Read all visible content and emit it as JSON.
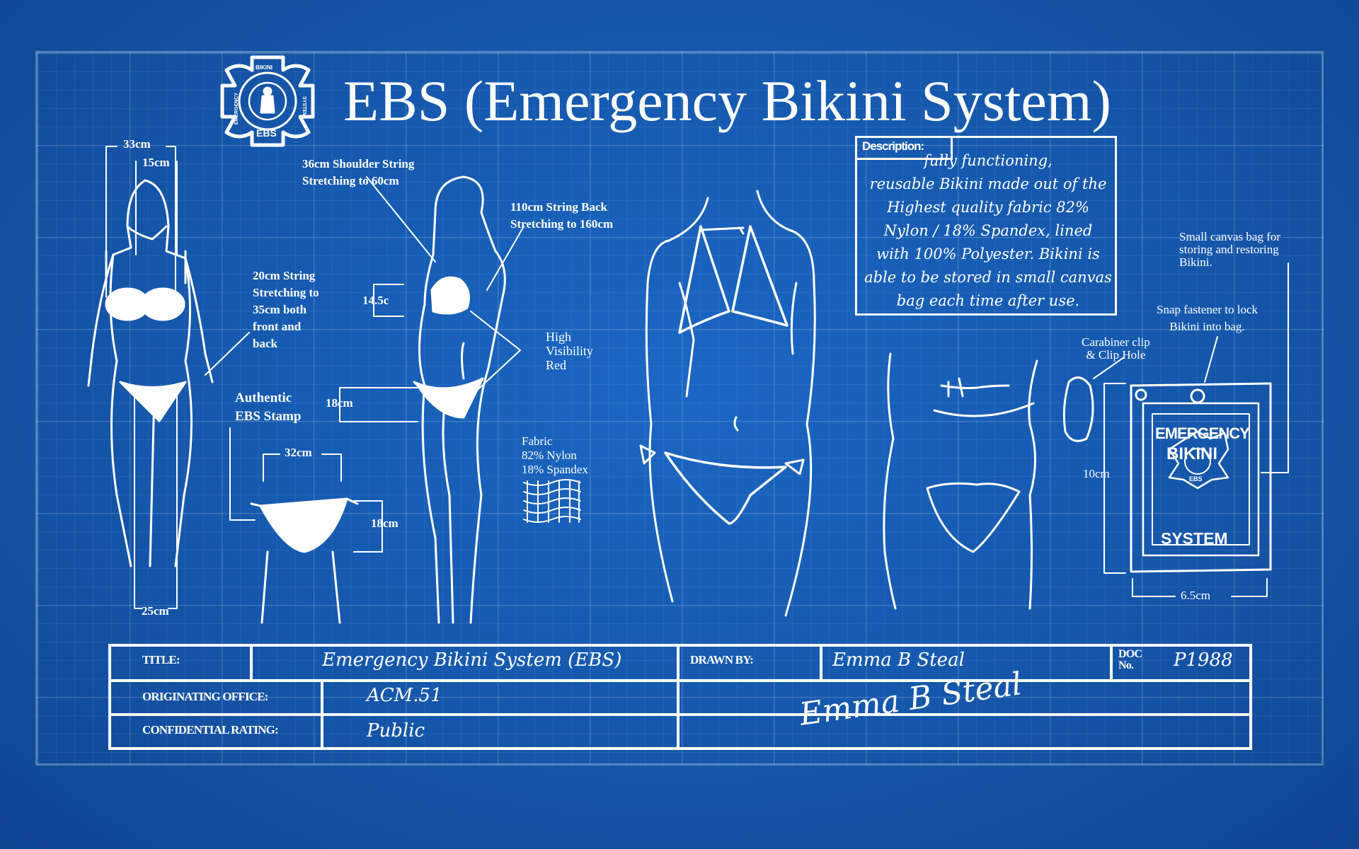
{
  "title": "EBS (Emergency Bikini System)",
  "logo": {
    "text_top": "BIKINI",
    "text_left": "EMERGENCY",
    "text_right": "SYSTEM",
    "text_bottom": "EBS"
  },
  "measurements": {
    "width_33": "33cm",
    "width_15": "15cm",
    "height_25": "25cm",
    "shoulder_string": [
      "36cm Shoulder String",
      "Stretching to 60cm"
    ],
    "string_back": [
      "110cm String Back",
      "Stretching to 160cm"
    ],
    "side_string": [
      "20cm String",
      "Stretching to",
      "35cm both",
      "front and",
      "back"
    ],
    "cup_height": "14.5c",
    "high_visibility": [
      "High",
      "Visibility",
      "Red"
    ],
    "bottom_18": "18cm",
    "stamp": [
      "Authentic",
      "EBS Stamp"
    ],
    "bottom_width": "32cm",
    "bottom_height": "18cm",
    "fabric": [
      "Fabric",
      "82% Nylon",
      "18% Spandex"
    ]
  },
  "description": {
    "tag": "Description:",
    "text": "fully functioning,\nreusable Bikini made out of the\nHighest quality fabric 82%\nNylon / 18% Spandex, lined\nwith 100% Polyester. Bikini is\nable to be stored in small canvas\nbag each time after use."
  },
  "bag": {
    "canvas_note": [
      "Small canvas bag for",
      "storing and restoring",
      "Bikini."
    ],
    "snap_note": [
      "Snap fastener to lock",
      "Bikini into bag."
    ],
    "carabiner_note": [
      "Carabiner clip",
      "& Clip Hole"
    ],
    "height": "10cm",
    "width": "6.5cm",
    "print_line1": "EMERGENCY",
    "print_line2": "BIKINI",
    "print_line3": "SYSTEM",
    "print_logo": "EBS"
  },
  "title_block": {
    "title_label": "TITLE:",
    "title_value": "Emergency Bikini System (EBS)",
    "drawn_label": "DRAWN BY:",
    "drawn_value": "Emma B Steal",
    "doc_label": [
      "DOC",
      "No."
    ],
    "doc_value": "P1988",
    "office_label": "ORIGINATING OFFICE:",
    "office_value": "ACM.51",
    "rating_label": "CONFIDENTIAL RATING:",
    "rating_value": "Public",
    "signature": "Emma B Steal"
  }
}
